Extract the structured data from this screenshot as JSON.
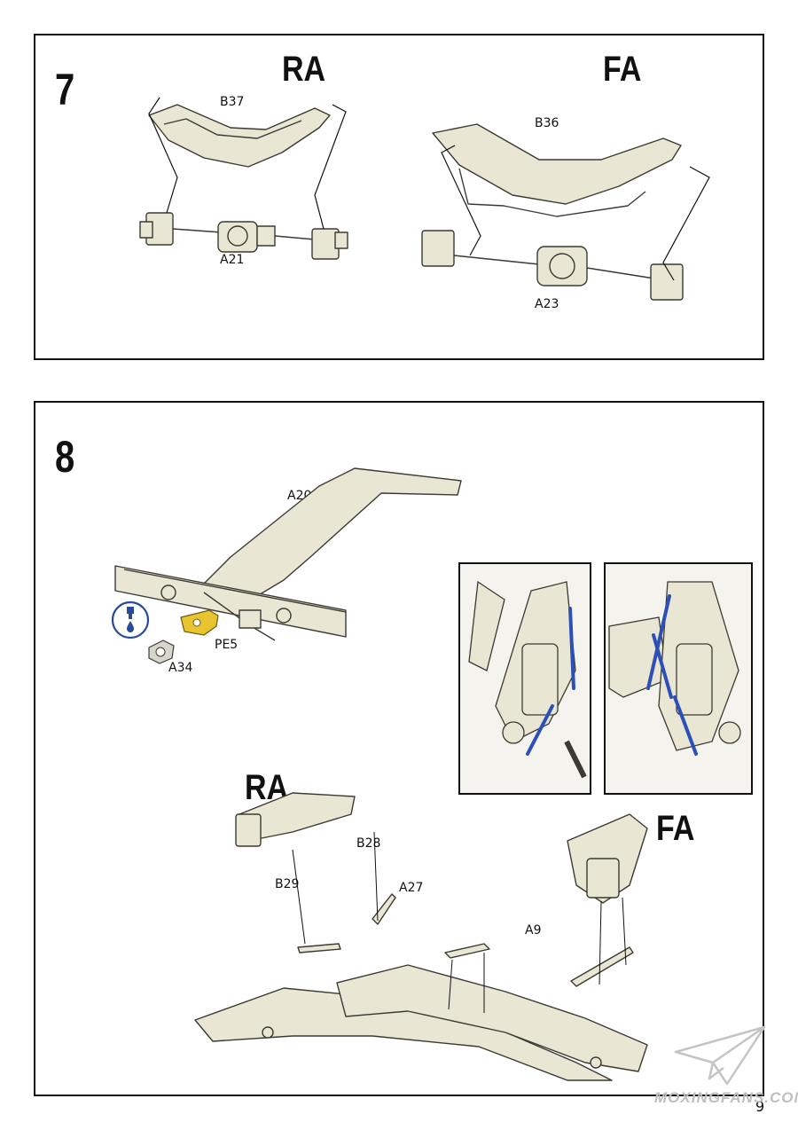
{
  "step7": {
    "number": "7",
    "rear_label": "RA",
    "front_label": "FA",
    "parts": {
      "rear_frame": "B37",
      "rear_axle": "A21",
      "front_frame": "B36",
      "front_axle": "A23"
    }
  },
  "step8": {
    "number": "8",
    "parts": {
      "frame": "A20",
      "photo_etch": "PE5",
      "hitch": "A34",
      "rear_link": "B29",
      "rear_rod": "B28",
      "crossmember": "A27",
      "front_link": "A9"
    },
    "rear_label": "RA",
    "front_label": "FA",
    "glue_icon": "glue-drop-icon"
  },
  "page_number": "9",
  "watermark": "MOXINGFANS.COM",
  "colors": {
    "part_fill": "#eae6d4",
    "part_stroke": "#3a3a32",
    "highlight_blue": "#2d4fb8",
    "photo_etch_yellow": "#e8c431",
    "glue_blue": "#2a4b9a"
  }
}
